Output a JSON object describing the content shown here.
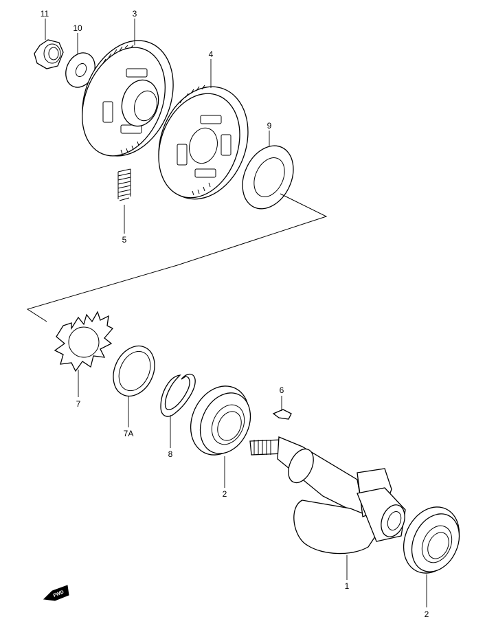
{
  "diagram": {
    "parts": [
      {
        "ref": "11",
        "name": "nut"
      },
      {
        "ref": "10",
        "name": "washer"
      },
      {
        "ref": "3",
        "name": "gear-plate"
      },
      {
        "ref": "4",
        "name": "gear-plate"
      },
      {
        "ref": "9",
        "name": "washer"
      },
      {
        "ref": "5",
        "name": "spring"
      },
      {
        "ref": "7",
        "name": "lock-washer"
      },
      {
        "ref": "7A",
        "name": "washer"
      },
      {
        "ref": "8",
        "name": "circlip"
      },
      {
        "ref": "6",
        "name": "key"
      },
      {
        "ref": "2",
        "name": "bearing"
      },
      {
        "ref": "1",
        "name": "shaft"
      },
      {
        "ref": "2",
        "name": "bearing"
      }
    ],
    "fwd_label": "FWD"
  }
}
